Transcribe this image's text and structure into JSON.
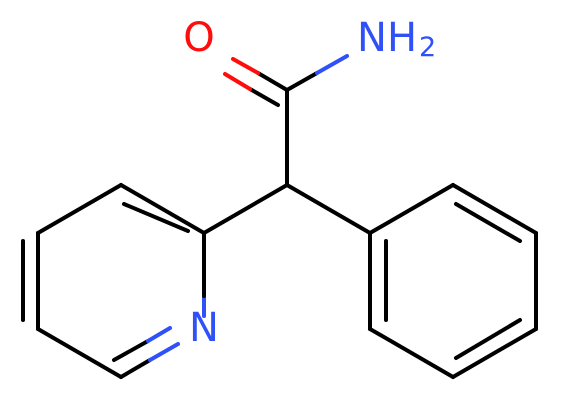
{
  "atoms": {
    "oxygen": "O",
    "amide_nitrogen": "N",
    "amide_h": "H",
    "amide_h_count": "2",
    "pyridine_nitrogen": "N"
  },
  "colors": {
    "carbon": "#000000",
    "oxygen": "#ff0d0d",
    "nitrogen": "#3050f8",
    "background": "#ffffff"
  }
}
